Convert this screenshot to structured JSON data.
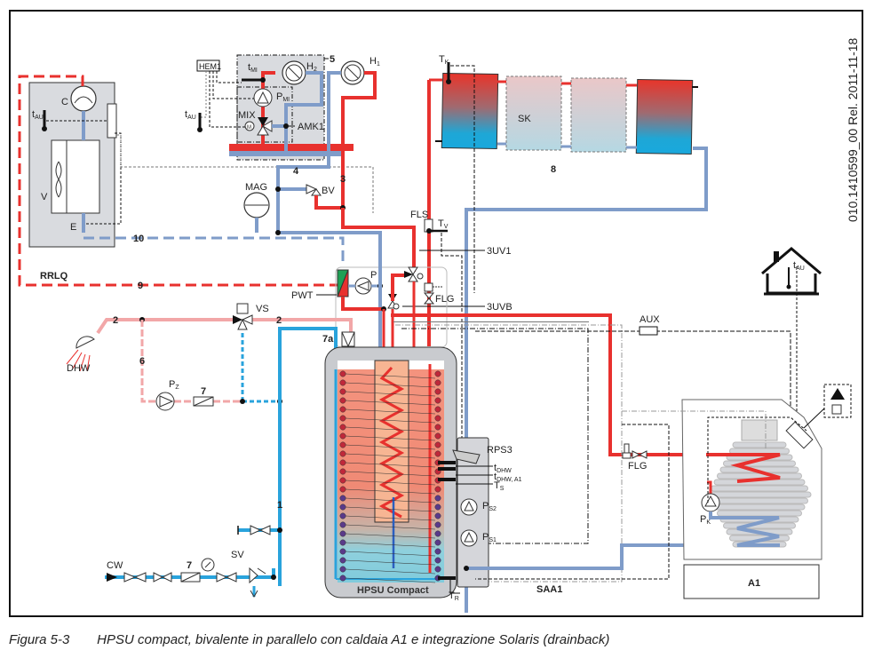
{
  "document_id": "010.1410599_00 Rel. 2011-11-18",
  "caption": {
    "figure_number": "Figura 5-3",
    "title": "HPSU compact, bivalente in parallelo con caldaia A1 e integrazione Solaris (drainback)"
  },
  "colors": {
    "flow_hot": "#e8312e",
    "return_cold": "#7f9cc9",
    "cold_water": "#29a3dc",
    "dhw_pink": "#f2a7a8",
    "unit_grey": "#d9dbdf",
    "control_line": "#111111"
  },
  "labels": {
    "outdoor_unit": {
      "compressor": "C",
      "outdoor_temp": "t",
      "outdoor_temp_sub": "AU",
      "fan": "V",
      "expansion": "E"
    },
    "mixer_circuit": {
      "controller": "HEM1",
      "outdoor_temp": "t",
      "outdoor_temp_sub": "AU",
      "mix_temp": "t",
      "mix_temp_sub": "MI",
      "pump": "P",
      "pump_sub": "MI",
      "valve": "MIX",
      "motor": "M",
      "module": "AMK1",
      "module_number": "5",
      "heater2": "H",
      "heater2_sub": "2",
      "heater1": "H",
      "heater1_sub": "1"
    },
    "pipes": {
      "p1": "1",
      "p2a": "2",
      "p2b": "2",
      "p3": "3",
      "p4": "4",
      "p6": "6",
      "p7a": "7",
      "p7b": "7",
      "p7c": "7a",
      "p9": "9",
      "p10": "10"
    },
    "rrlq": "RRLQ",
    "mag": "MAG",
    "bv": "BV",
    "pwt": "PWT",
    "pump_p": "P",
    "vs": "VS",
    "dhw": "DHW",
    "pz": "P",
    "pz_sub": "Z",
    "cw": "CW",
    "sv": "SV",
    "solar": {
      "sensor": "T",
      "sensor_sub": "K",
      "collector": "SK",
      "number": "8"
    },
    "fls": "FLS",
    "tv": "T",
    "tv_sub": "V",
    "uv1": "3UV1",
    "uvb": "3UVB",
    "flg_top": "FLG",
    "aux": "AUX",
    "house_temp": "t",
    "house_temp_sub": "AU",
    "rps3": "RPS3",
    "tdhw": "t",
    "tdhw_sub": "DHW",
    "tdhwa1": "t",
    "tdhwa1_sub": "DHW, A1",
    "ts": "T",
    "ts_sub": "S",
    "ps2": "P",
    "ps2_sub": "S2",
    "ps1": "P",
    "ps1_sub": "S1",
    "tr": "T",
    "tr_sub": "R",
    "tank": "HPSU Compact",
    "saa1": "SAA1",
    "flg_boiler": "FLG",
    "pk": "P",
    "pk_sub": "K",
    "boiler": "A1"
  }
}
